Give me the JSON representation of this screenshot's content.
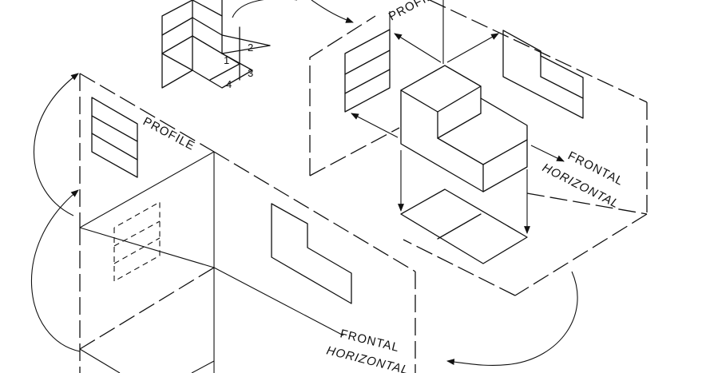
{
  "labels": {
    "top_profile": "PROFILE",
    "top_frontal": "FRONTAL",
    "top_horizontal": "HORIZONTAL",
    "left_profile": "PROFILE",
    "bottom_frontal": "FRONTAL",
    "bottom_horizontal": "HORIZONTAL"
  },
  "small_box_numbers": [
    "1",
    "2",
    "3",
    "4"
  ]
}
